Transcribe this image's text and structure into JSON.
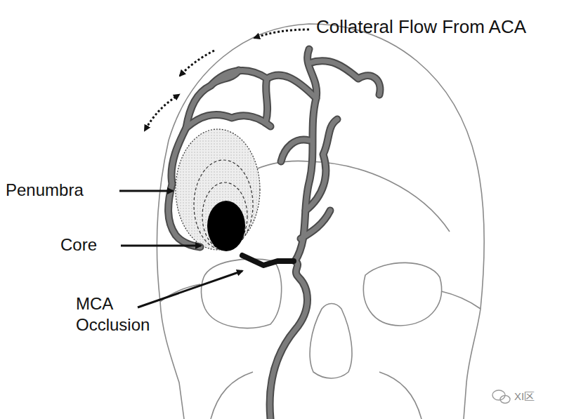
{
  "diagram": {
    "labels": [
      "Collateral Flow From ACA",
      "Penumbra",
      "Core",
      "MCA Occlusion",
      "XI区"
    ]
  }
}
